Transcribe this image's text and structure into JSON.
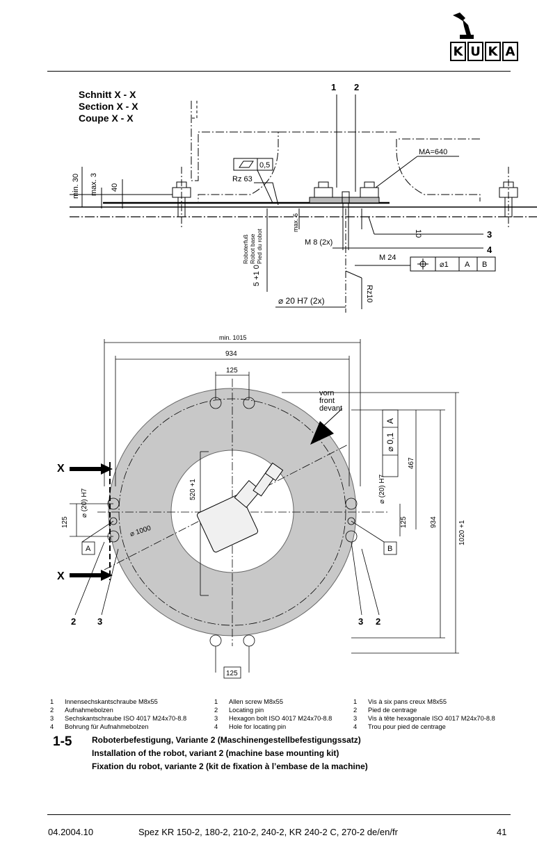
{
  "header": {
    "logo_letters": [
      "K",
      "U",
      "K",
      "A"
    ]
  },
  "section": {
    "titles": [
      "Schnitt X - X",
      "Section X - X",
      "Coupe X - X"
    ]
  },
  "upper_drawing": {
    "callouts": [
      "1",
      "2",
      "3",
      "4"
    ],
    "ma": "MA=640",
    "flatness": "0,5",
    "rz63": "Rz 63",
    "min30": "min. 30",
    "max3": "max. 3",
    "d40": "40",
    "max6": "max. 6",
    "d10": "10",
    "tol": "5 +1 0",
    "robot_base": [
      "Roboterfuß",
      "Robot base",
      "Pied du robot"
    ],
    "m8": "M 8 (2x)",
    "m24": "M 24",
    "phi1": "⌀1",
    "A": "A",
    "B": "B",
    "phi20": "⌀ 20 H7 (2x)",
    "rz10": "Rz10"
  },
  "lower_drawing": {
    "min1015": "min. 1015",
    "d934": "934",
    "d125_top": "125",
    "d125_bottom": "125",
    "d125_left": "125",
    "d125_right": "125",
    "front": [
      "vorn",
      "front",
      "devant"
    ],
    "X": "X",
    "phi01": "⌀ 0,1",
    "A": "A",
    "B": "B",
    "d467": "467",
    "d934_right": "934",
    "d1020": "1020 +1",
    "d520": "520 +1",
    "phi1000": "⌀ 1000",
    "phi20h7": "⌀ (20) H7",
    "callouts_left": [
      "2",
      "3"
    ],
    "callouts_right": [
      "3",
      "2"
    ]
  },
  "legend": {
    "de": [
      {
        "n": "1",
        "t": "Innensechskantschraube  M8x55"
      },
      {
        "n": "2",
        "t": "Aufnahmebolzen"
      },
      {
        "n": "3",
        "t": "Sechskantschraube ISO 4017 M24x70-8.8"
      },
      {
        "n": "4",
        "t": "Bohrung für Aufnahmebolzen"
      }
    ],
    "en": [
      {
        "n": "1",
        "t": "Allen screw M8x55"
      },
      {
        "n": "2",
        "t": "Locating pin"
      },
      {
        "n": "3",
        "t": "Hexagon bolt ISO 4017 M24x70-8.8"
      },
      {
        "n": "4",
        "t": "Hole for locating pin"
      }
    ],
    "fr": [
      {
        "n": "1",
        "t": "Vis à six pans creux M8x55"
      },
      {
        "n": "2",
        "t": "Pied de centrage"
      },
      {
        "n": "3",
        "t": "Vis à tête hexagonale ISO 4017 M24x70-8.8"
      },
      {
        "n": "4",
        "t": "Trou pour pied de centrage"
      }
    ]
  },
  "figure": {
    "number": "1-5",
    "caption_de": "Roboterbefestigung, Variante 2 (Maschinengestellbefestigungssatz)",
    "caption_en": "Installation of the robot, variant 2 (machine base mounting kit)",
    "caption_fr": "Fixation du robot, variante 2 (kit de fixation à l’embase de la machine)"
  },
  "footer": {
    "date": "04.2004.10",
    "doc": "Spez KR 150-2, 180-2, 210-2, 240-2, KR 240-2 C, 270-2  de/en/fr",
    "page": "41"
  }
}
